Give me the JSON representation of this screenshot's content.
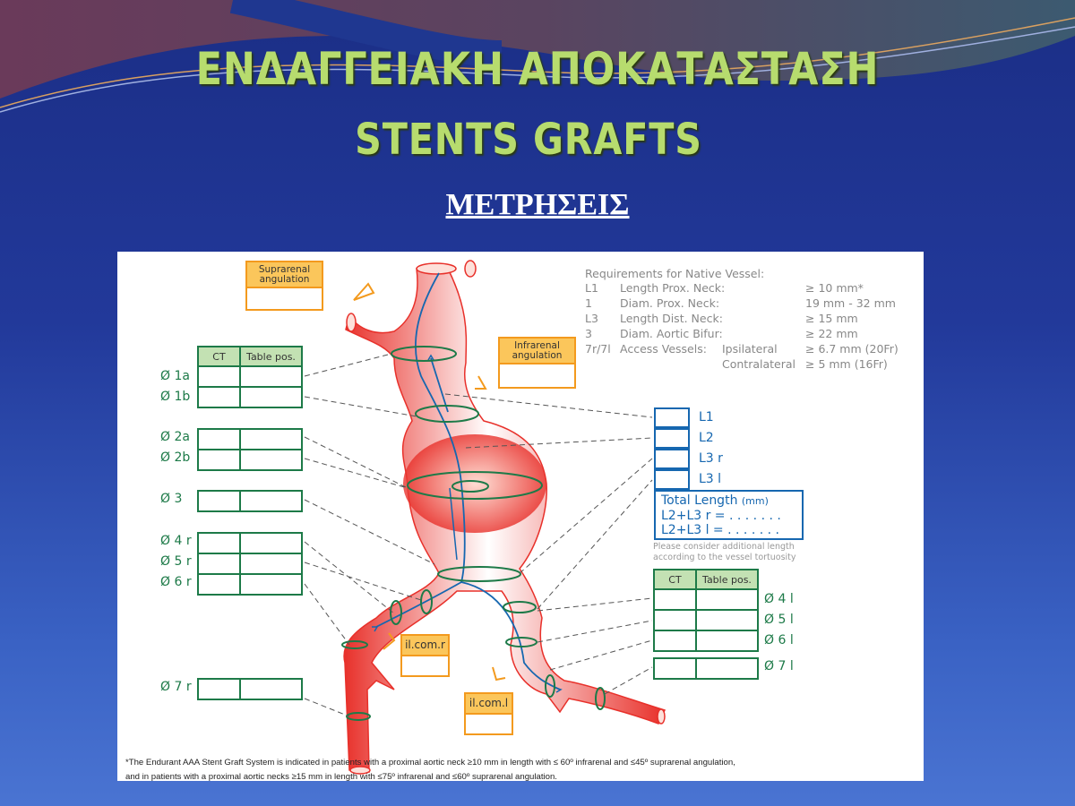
{
  "slide": {
    "title_line1": "ΕΝΔΑΓΓΕΙΑΚΗ ΑΠΟΚΑΤΑΣΤΑΣΗ",
    "title_line2": "STENTS GRAFTS",
    "subtitle": "ΜΕΤΡΗΣΕΙΣ"
  },
  "colors": {
    "title": "#b7dc6e",
    "green": "#1d7a48",
    "blue": "#1667b0",
    "orange": "#f39a1e",
    "vessel": "#e8302a"
  },
  "figure": {
    "suprarenal": "Suprarenal angulation",
    "infrarenal": "Infrarenal angulation",
    "ilcomr": "il.com.r",
    "ilcoml": "il.com.l",
    "ct_header": [
      "CT",
      "Table pos."
    ],
    "left_labels": [
      "Ø 1a",
      "Ø 1b",
      "Ø 2a",
      "Ø 2b",
      "Ø 3",
      "Ø 4 r",
      "Ø 5 r",
      "Ø 6 r",
      "Ø 7 r"
    ],
    "right_labels": [
      "Ø 4 l",
      "Ø 5 l",
      "Ø 6 l",
      "Ø 7 l"
    ],
    "length_labels": [
      "L1",
      "L2",
      "L3 r",
      "L3 l"
    ],
    "total": {
      "title": "Total Length",
      "unit": "(mm)",
      "line1": "L2+L3 r = . . . . . . .",
      "line2": "L2+L3 l = . . . . . . ."
    },
    "note": "Please consider additional length according to the vessel tortuosity",
    "requirements": {
      "title": "Requirements for Native Vessel:",
      "rows": [
        [
          "L1",
          "Length Prox. Neck:",
          "",
          "≥ 10 mm*"
        ],
        [
          "1",
          "Diam. Prox. Neck:",
          "",
          "19 mm - 32 mm"
        ],
        [
          "L3",
          "Length Dist. Neck:",
          "",
          "≥ 15 mm"
        ],
        [
          "3",
          "Diam. Aortic Bifur:",
          "",
          "≥ 22 mm"
        ],
        [
          "7r/7l",
          "Access Vessels:",
          "Ipsilateral",
          "≥ 6.7 mm (20Fr)"
        ],
        [
          "",
          "",
          "Contralateral",
          "≥ 5 mm (16Fr)"
        ]
      ]
    },
    "footnote1": "*The Endurant AAA Stent Graft System is indicated in patients with a proximal aortic neck ≥10 mm in length with ≤ 60º infrarenal and ≤45º suprarenal angulation,",
    "footnote2": "and in patients with a proximal aortic necks ≥15 mm in length with ≤75º infrarenal and ≤60º suprarenal angulation."
  }
}
